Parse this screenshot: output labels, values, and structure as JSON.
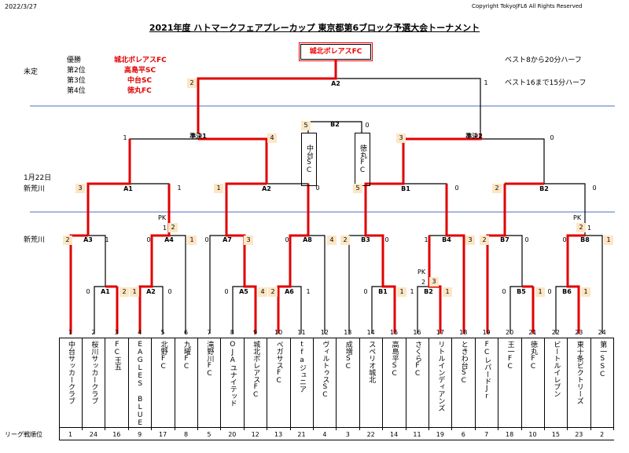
{
  "header": {
    "date": "2022/3/27",
    "copyright": "Copyright TokyoJFL6 All Rights Reserved",
    "title": "2021年度 ハトマークフェアプレーカップ 東京都第6ブロック予選大会トーナメント"
  },
  "results": {
    "status": "未定",
    "rows": [
      {
        "place": "優勝",
        "team": "城北ボレアスFC"
      },
      {
        "place": "第2位",
        "team": "高島平SC"
      },
      {
        "place": "第3位",
        "team": "中台SC"
      },
      {
        "place": "第4位",
        "team": "徳丸FC"
      }
    ]
  },
  "notes": {
    "early": "ベスト8から20分ハーフ",
    "late": "ベスト16まで15分ハーフ"
  },
  "champion": "城北ボレアスFC",
  "venue": {
    "date": "1月22日",
    "place1": "新荒川",
    "place2": "新荒川"
  },
  "matches": {
    "final": {
      "label": "A2",
      "left": "2",
      "right": "1"
    },
    "third": {
      "label": "B2",
      "left": "5",
      "right": "0",
      "teamL": "中台SC",
      "teamR": "徳丸FC"
    },
    "semi1": {
      "label": "準決1",
      "left": "1",
      "right": "4"
    },
    "semi2": {
      "label": "準決2",
      "left": "3",
      "right": "0"
    },
    "qf": [
      {
        "label": "A1",
        "left": "3",
        "right": "1"
      },
      {
        "label": "A2",
        "left": "1",
        "right": "0"
      },
      {
        "label": "B1",
        "left": "5",
        "right": "0"
      },
      {
        "label": "B2",
        "left": "2",
        "right": "0"
      }
    ],
    "r16": [
      {
        "label": "A3",
        "left": "2",
        "right": "1"
      },
      {
        "label": "A4",
        "left": "0",
        "right": "1"
      },
      {
        "label": "A7",
        "left": "0",
        "right": "3"
      },
      {
        "label": "A8",
        "left": "0",
        "right": "4"
      },
      {
        "label": "B3",
        "left": "2",
        "right": "0"
      },
      {
        "label": "B4",
        "left": "1",
        "right": "3"
      },
      {
        "label": "B7",
        "left": "2",
        "right": "0"
      },
      {
        "label": "B8",
        "left": "0",
        "right": "1"
      }
    ],
    "r1": [
      {
        "label": "A1",
        "left": "0",
        "right": "2"
      },
      {
        "label": "A2",
        "left": "1",
        "right": "0"
      },
      {
        "label": "A5",
        "left": "0",
        "right": "4"
      },
      {
        "label": "A6",
        "left": "2",
        "right": "1"
      },
      {
        "label": "B1",
        "left": "0",
        "right": "1"
      },
      {
        "label": "B2",
        "left": "1",
        "right": "1"
      },
      {
        "label": "B5",
        "left": "0",
        "right": "1"
      },
      {
        "label": "B6",
        "left": "0",
        "right": "1"
      }
    ],
    "pk": {
      "a4": {
        "label": "PK",
        "left": "1",
        "right": "2"
      },
      "b2": {
        "label": "PK",
        "left": "2",
        "right": "3"
      },
      "b8": {
        "label": "PK",
        "left": "2",
        "right": "1"
      }
    }
  },
  "teams": [
    {
      "no": "1",
      "name": "中台サッカークラブ",
      "rank": "1"
    },
    {
      "no": "2",
      "name": "桜川サッカークラブ",
      "rank": "24"
    },
    {
      "no": "3",
      "name": "FC王五",
      "rank": "16"
    },
    {
      "no": "4",
      "name": "EAGLES BLUE",
      "rank": "9"
    },
    {
      "no": "5",
      "name": "北野FC",
      "rank": "17"
    },
    {
      "no": "6",
      "name": "九曜FC",
      "rank": "8"
    },
    {
      "no": "7",
      "name": "滝野川FC",
      "rank": "5"
    },
    {
      "no": "8",
      "name": "OJAユナイテッド",
      "rank": "20"
    },
    {
      "no": "9",
      "name": "城北ボレアスFC",
      "rank": "12"
    },
    {
      "no": "10",
      "name": "ペガサスFC",
      "rank": "13"
    },
    {
      "no": "11",
      "name": "tfaジュニア",
      "rank": "21"
    },
    {
      "no": "12",
      "name": "ヴィルトゥスSC",
      "rank": "4"
    },
    {
      "no": "13",
      "name": "成増SC",
      "rank": "3"
    },
    {
      "no": "14",
      "name": "スペリオ城北",
      "rank": "22"
    },
    {
      "no": "15",
      "name": "高島平SC",
      "rank": "14"
    },
    {
      "no": "16",
      "name": "さくらFC",
      "rank": "11"
    },
    {
      "no": "17",
      "name": "リトルインディアンズ",
      "rank": "19"
    },
    {
      "no": "18",
      "name": "ときわ台SC",
      "rank": "6"
    },
    {
      "no": "19",
      "name": "FCレパードJr",
      "rank": "7"
    },
    {
      "no": "20",
      "name": "王一FC",
      "rank": "18"
    },
    {
      "no": "21",
      "name": "徳丸FC",
      "rank": "10"
    },
    {
      "no": "22",
      "name": "ビートルイレブン",
      "rank": "15"
    },
    {
      "no": "23",
      "name": "東十条ビクトリーズ",
      "rank": "23"
    },
    {
      "no": "24",
      "name": "第一SSC",
      "rank": "2"
    }
  ],
  "footer_label": "リーグ戦順位",
  "colors": {
    "win_line": "#e00000",
    "score_bg": "#fde6c4",
    "divider": "#4f6fc0"
  }
}
